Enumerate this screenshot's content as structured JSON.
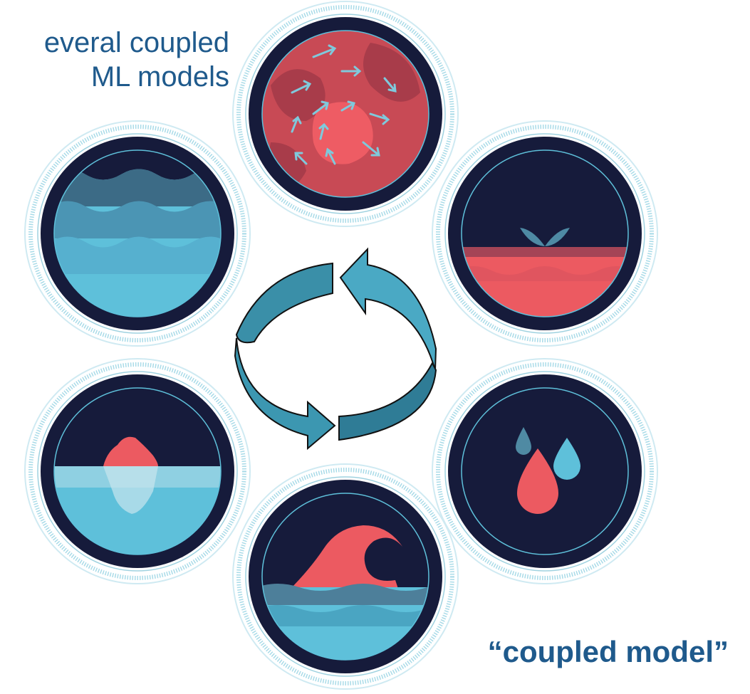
{
  "header": {
    "line1": "everal coupled",
    "line2": "ML models"
  },
  "footer": {
    "label": "“coupled model”"
  },
  "nodes": [
    {
      "icon": "atmosphere-icon"
    },
    {
      "icon": "land-sprout-icon"
    },
    {
      "icon": "water-drops-icon"
    },
    {
      "icon": "wave-icon"
    },
    {
      "icon": "sea-ice-iceberg-icon"
    },
    {
      "icon": "ocean-icon"
    }
  ],
  "colors": {
    "navy": "#161b3b",
    "teal": "#5ec0da",
    "coral": "#ec5a61",
    "arrow": "#3a8fa8",
    "text": "#1f5a8c"
  }
}
